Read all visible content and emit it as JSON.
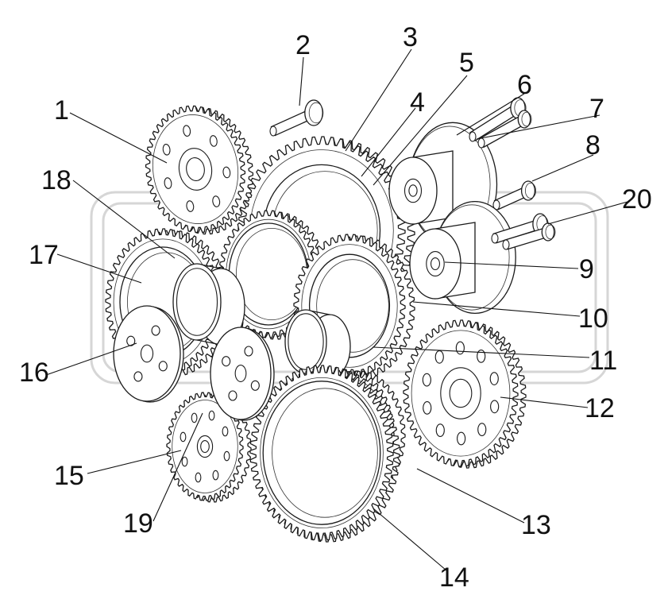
{
  "diagram": {
    "callouts": [
      {
        "id": "1",
        "label": "1"
      },
      {
        "id": "2",
        "label": "2"
      },
      {
        "id": "3",
        "label": "3"
      },
      {
        "id": "4",
        "label": "4"
      },
      {
        "id": "5",
        "label": "5"
      },
      {
        "id": "6",
        "label": "6"
      },
      {
        "id": "7",
        "label": "7"
      },
      {
        "id": "8",
        "label": "8"
      },
      {
        "id": "9",
        "label": "9"
      },
      {
        "id": "10",
        "label": "10"
      },
      {
        "id": "11",
        "label": "11"
      },
      {
        "id": "12",
        "label": "12"
      },
      {
        "id": "13",
        "label": "13"
      },
      {
        "id": "14",
        "label": "14"
      },
      {
        "id": "15",
        "label": "15"
      },
      {
        "id": "16",
        "label": "16"
      },
      {
        "id": "17",
        "label": "17"
      },
      {
        "id": "18",
        "label": "18"
      },
      {
        "id": "19",
        "label": "19"
      },
      {
        "id": "20",
        "label": "20"
      }
    ],
    "colors": {
      "stroke": "#1a1a1a",
      "background": "#ffffff",
      "watermark": "#c8c8c8"
    }
  }
}
